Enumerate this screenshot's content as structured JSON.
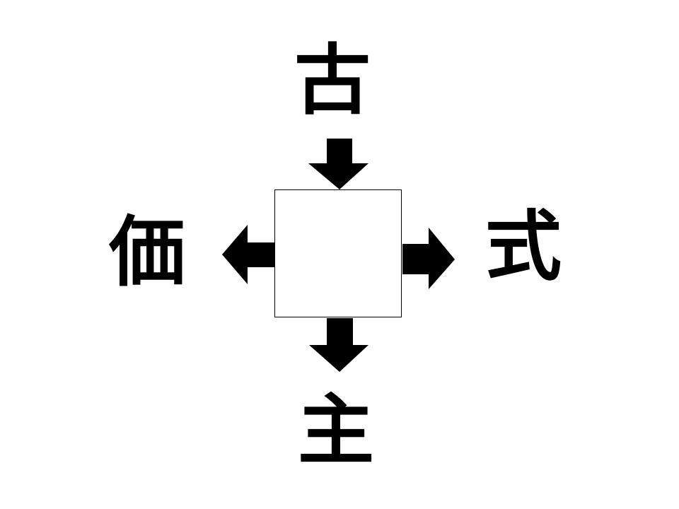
{
  "puzzle": {
    "top_kanji": "古",
    "left_kanji": "価",
    "right_kanji": "式",
    "bottom_kanji": "主",
    "answer": ""
  },
  "colors": {
    "ink": "#000000",
    "background": "#ffffff"
  },
  "icons": {
    "arrow_down": "arrow-down-icon",
    "arrow_left": "arrow-left-icon",
    "arrow_right": "arrow-right-icon"
  }
}
